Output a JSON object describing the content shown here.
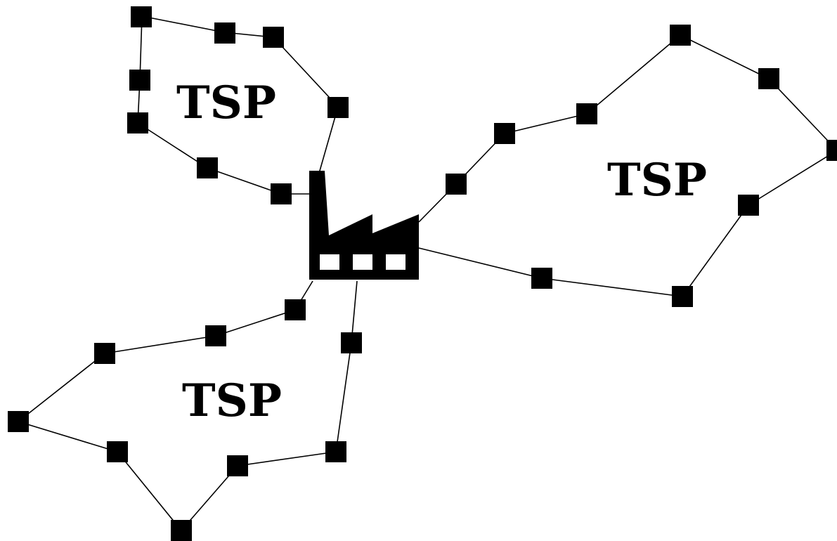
{
  "colors": {
    "stroke": "#000000",
    "node": "#000000",
    "background": "#ffffff",
    "window": "#ffffff"
  },
  "depot": {
    "icon": "factory-icon"
  },
  "clusters": [
    {
      "label": "TSP"
    },
    {
      "label": "TSP"
    },
    {
      "label": "TSP"
    }
  ]
}
